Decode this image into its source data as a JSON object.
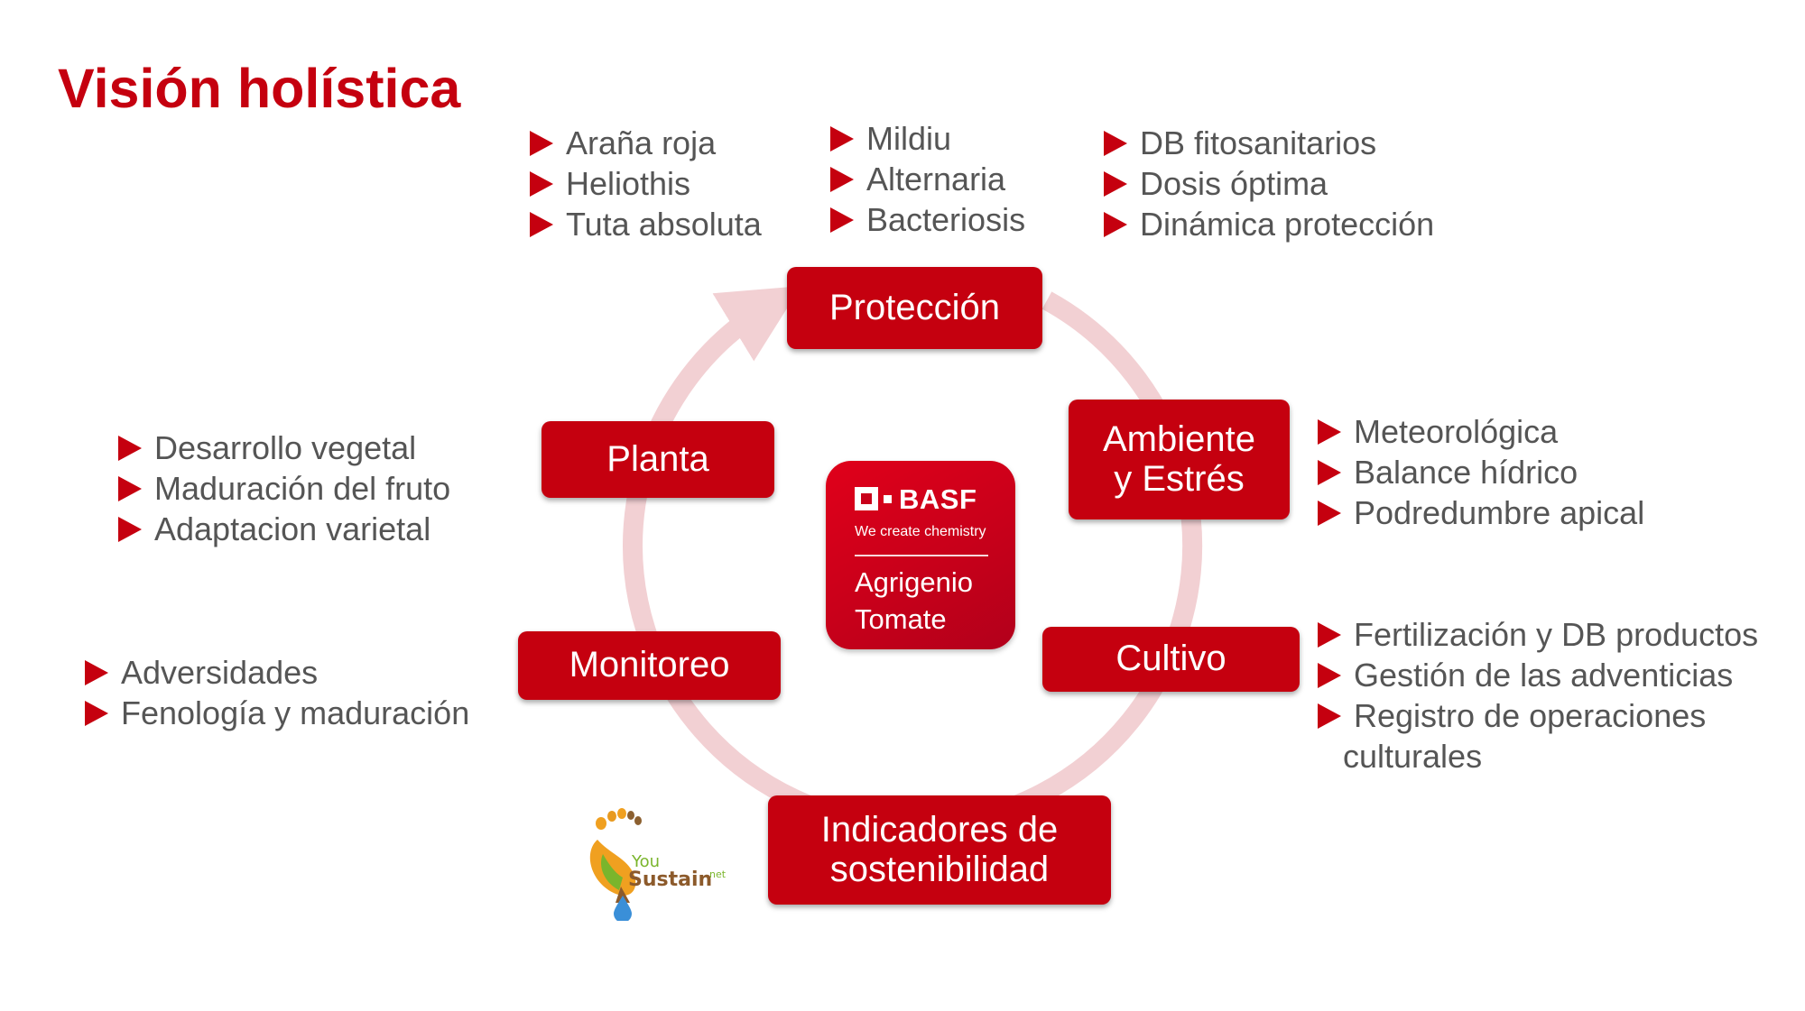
{
  "title": "Visión holística",
  "colors": {
    "accent": "#c5000f",
    "cycle_ring": "#f2d0d3",
    "text": "#555555"
  },
  "center": {
    "brand": "BASF",
    "tagline": "We create chemistry",
    "product_line1": "Agrigenio",
    "product_line2": "Tomate"
  },
  "nodes": {
    "proteccion": "Protección",
    "ambiente": "Ambiente\ny Estrés",
    "cultivo": "Cultivo",
    "indicadores": "Indicadores de\nsostenibilidad",
    "monitoreo": "Monitoreo",
    "planta": "Planta"
  },
  "lists": {
    "pests": [
      "Araña roja",
      "Heliothis",
      "Tuta absoluta"
    ],
    "diseases": [
      "Mildiu",
      "Alternaria",
      "Bacteriosis"
    ],
    "phyto": [
      "DB fitosanitarios",
      "Dosis óptima",
      "Dinámica protección"
    ],
    "ambiente": [
      "Meteorológica",
      "Balance hídrico",
      "Podredumbre apical"
    ],
    "cultivo": [
      "Fertilización y DB productos",
      "Gestión de las adventicias",
      "Registro de operaciones",
      "culturales"
    ],
    "planta": [
      "Desarrollo vegetal",
      "Maduración del fruto",
      "Adaptacion varietal"
    ],
    "monitoreo": [
      "Adversidades",
      "Fenología y maduración"
    ]
  },
  "logo": {
    "you": "You",
    "sustain": "Sustain",
    "net": "net"
  }
}
